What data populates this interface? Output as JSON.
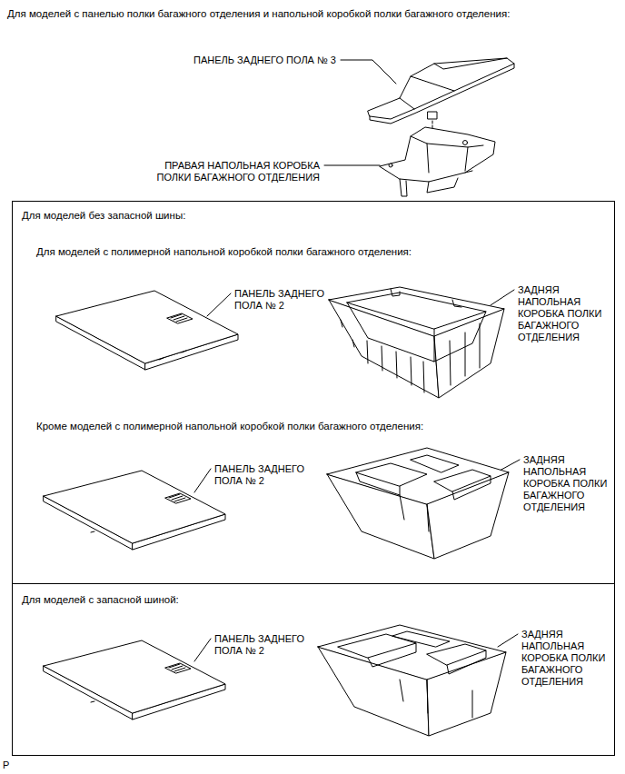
{
  "diagram": {
    "nodes": [
      {
        "text": [
          "Для моделей без запасной шины:"
        ]
      },
      {
        "text": [
          "Для моделей с запасной шиной:"
        ]
      }
    ],
    "labels": [
      "Для моделей с панелью полки багажного отделения и напольной коробкой полки багажного отделения:",
      "ПАНЕЛЬ ЗАДНЕГО ПОЛА № 3",
      "ПРАВАЯ НАПОЛЬНАЯ КОРОБКА ПОЛКИ БАГАЖНОГО ОТДЕЛЕНИЯ",
      "Для моделей с полимерной напольной коробкой полки багажного отделения:",
      "ПАНЕЛЬ ЗАДНЕГО ПОЛА № 2",
      "ЗАДНЯЯ НАПОЛЬНАЯ КОРОБКА ПОЛКИ БАГАЖНОГО ОТДЕЛЕНИЯ",
      "Кроме моделей с полимерной напольной коробкой полки багажного отделения:",
      "ПАНЕЛЬ ЗАДНЕГО ПОЛА № 2",
      "ЗАДНЯЯ НАПОЛЬНАЯ КОРОБКА ПОЛКИ БАГАЖНОГО ОТДЕЛЕНИЯ",
      "ПАНЕЛЬ ЗАДНЕГО ПОЛА № 2",
      "ЗАДНЯЯ НАПОЛЬНАЯ КОРОБКА ПОЛКИ БАГАЖНОГО ОТДЕЛЕНИЯ",
      "P"
    ]
  }
}
